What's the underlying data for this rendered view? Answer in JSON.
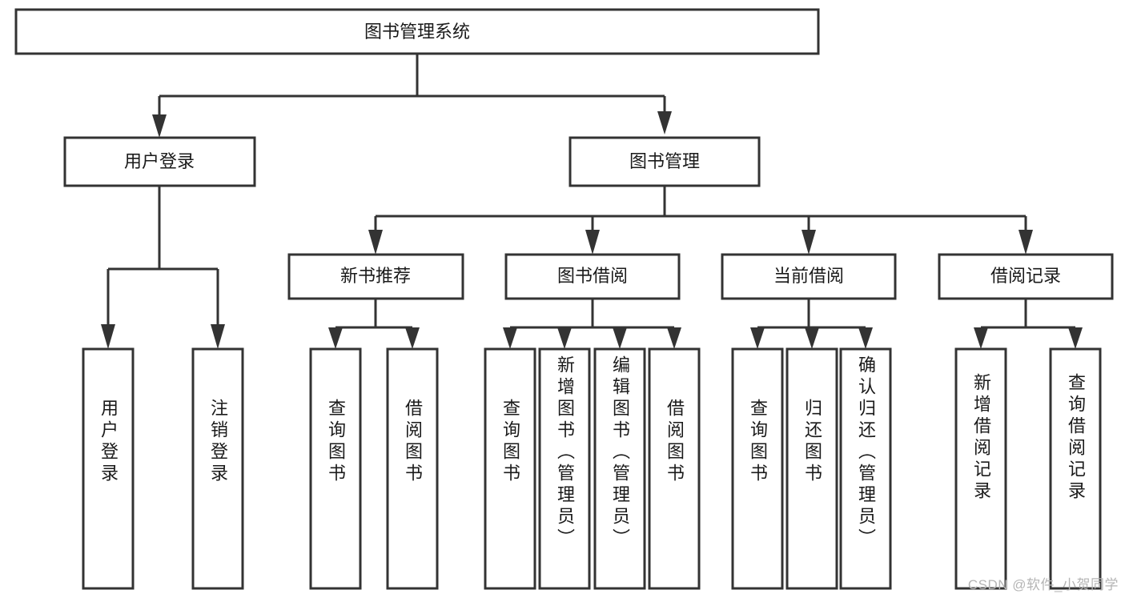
{
  "diagram": {
    "type": "hierarchy-tree",
    "title": "图书管理系统",
    "watermark": "CSDN @软件_小贺同学",
    "colors": {
      "box_stroke": "#333333",
      "box_fill": "#ffffff",
      "connector": "#333333",
      "text": "#1a1a1a",
      "watermark": "#b5b5b5",
      "background": "#ffffff"
    },
    "levels": {
      "root": "图书管理系统",
      "level1": [
        "用户登录",
        "图书管理"
      ],
      "level2": [
        "新书推荐",
        "图书借阅",
        "当前借阅",
        "借阅记录"
      ]
    },
    "nodes": {
      "root": {
        "label": "图书管理系统"
      },
      "user_login": {
        "label": "用户登录"
      },
      "book_manage": {
        "label": "图书管理"
      },
      "new_book_rec": {
        "label": "新书推荐"
      },
      "book_borrow": {
        "label": "图书借阅"
      },
      "current_borrow": {
        "label": "当前借阅"
      },
      "borrow_record": {
        "label": "借阅记录"
      },
      "leaf_user_login": {
        "label": "用户登录"
      },
      "leaf_user_logout": {
        "label": "注销登录"
      },
      "leaf_rec_query": {
        "label": "查询图书"
      },
      "leaf_rec_borrow": {
        "label": "借阅图书"
      },
      "leaf_borrow_query": {
        "label": "查询图书"
      },
      "leaf_borrow_add": {
        "label": "新增图书（管理员）"
      },
      "leaf_borrow_edit": {
        "label": "编辑图书（管理员）"
      },
      "leaf_borrow_lend": {
        "label": "借阅图书"
      },
      "leaf_cur_query": {
        "label": "查询图书"
      },
      "leaf_cur_return": {
        "label": "归还图书"
      },
      "leaf_cur_confirm": {
        "label": "确认归还（管理员）"
      },
      "leaf_rec_add": {
        "label": "新增借阅记录"
      },
      "leaf_rec_search": {
        "label": "查询借阅记录"
      }
    }
  }
}
